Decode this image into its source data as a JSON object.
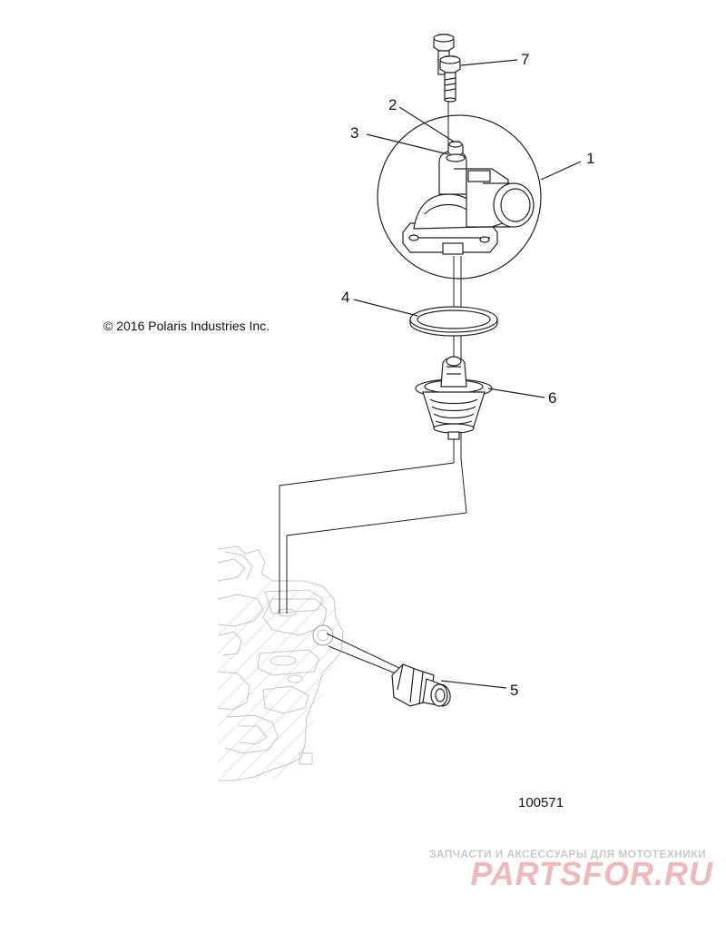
{
  "callouts": [
    {
      "id": "1",
      "label": "1"
    },
    {
      "id": "2",
      "label": "2"
    },
    {
      "id": "3",
      "label": "3"
    },
    {
      "id": "4",
      "label": "4"
    },
    {
      "id": "5",
      "label": "5"
    },
    {
      "id": "6",
      "label": "6"
    },
    {
      "id": "7",
      "label": "7"
    }
  ],
  "copyright": "© 2016 Polaris Industries Inc.",
  "reference_number": "100571",
  "watermark": {
    "tagline": "ЗАПЧАСТИ И АКСЕССУАРЫ ДЛЯ МОТОТЕХНИКИ",
    "logo": "PARTSFOR.RU",
    "color": "#e8a0a0"
  }
}
